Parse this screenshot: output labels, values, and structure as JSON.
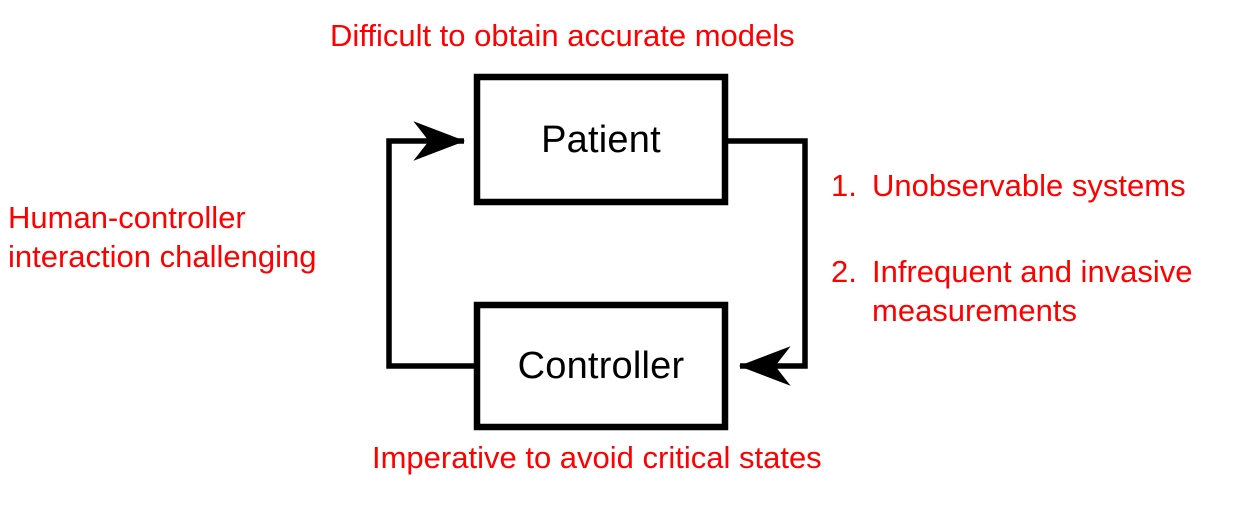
{
  "diagram": {
    "title_annotation": "Difficult to obtain accurate models",
    "bottom_annotation": "Imperative to avoid critical states",
    "left_annotation": "Human-controller\ninteraction challenging",
    "accent_color": "#ff0000",
    "line_color": "#000000",
    "background_color": "#ffffff",
    "blocks": [
      {
        "label": "Patient"
      },
      {
        "label": "Controller"
      }
    ],
    "numbered_annotations": [
      {
        "marker": "1.",
        "text": "Unobservable systems"
      },
      {
        "marker": "2.",
        "text": "Infrequent and invasive measurements"
      }
    ],
    "connections": [
      {
        "name": "patient-to-controller",
        "from": "Patient",
        "to": "Controller",
        "direction": "right-side-down"
      },
      {
        "name": "controller-to-patient",
        "from": "Controller",
        "to": "Patient",
        "direction": "left-side-up"
      }
    ]
  }
}
